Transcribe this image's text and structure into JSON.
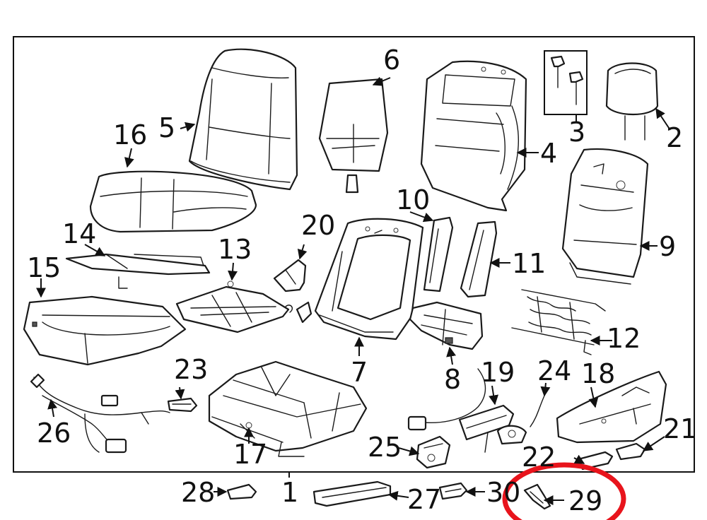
{
  "callouts": {
    "c1": "1",
    "c2": "2",
    "c3": "3",
    "c4": "4",
    "c5": "5",
    "c6": "6",
    "c7": "7",
    "c8": "8",
    "c9": "9",
    "c10": "10",
    "c11": "11",
    "c12": "12",
    "c13": "13",
    "c14": "14",
    "c15": "15",
    "c16": "16",
    "c17": "17",
    "c18": "18",
    "c19": "19",
    "c20": "20",
    "c21": "21",
    "c22": "22",
    "c23": "23",
    "c24": "24",
    "c25": "25",
    "c26": "26",
    "c27": "27",
    "c28": "28",
    "c29": "29",
    "c30": "30"
  },
  "colors": {
    "line": "#1a1a1a",
    "background": "#ffffff",
    "highlight_circle": "#e8141c"
  }
}
